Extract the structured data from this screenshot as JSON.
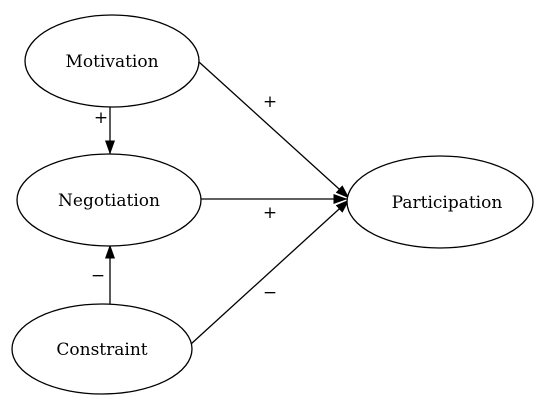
{
  "nodes": {
    "motivation": "Motivation",
    "negotiation": "Negotiation",
    "constraint": "Constraint",
    "participation": "Participation"
  },
  "edges": {
    "motivation_to_negotiation": "+",
    "motivation_to_participation": "+",
    "negotiation_to_participation": "+",
    "constraint_to_negotiation": "−",
    "constraint_to_participation": "−"
  }
}
